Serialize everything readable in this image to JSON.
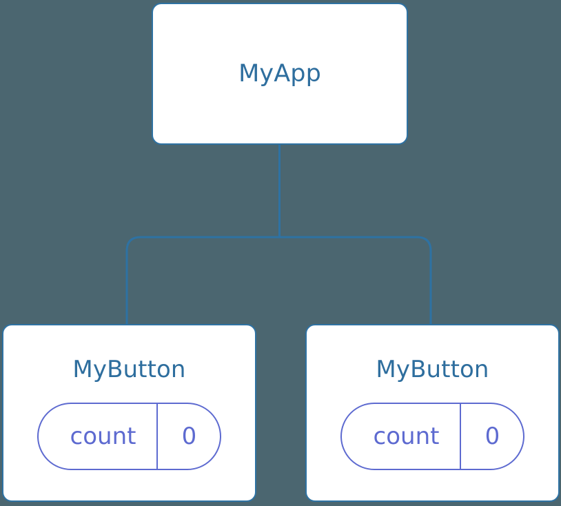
{
  "diagram": {
    "type": "component-tree",
    "background_color": "#4b6670",
    "node_border_color": "#2e72a3",
    "node_background_color": "#ffffff",
    "node_title_color": "#2e6e9e",
    "state_accent_color": "#5d6ad0",
    "connector_color": "#2e72a3",
    "root": {
      "title": "MyApp"
    },
    "children": [
      {
        "title": "MyButton",
        "state": {
          "key": "count",
          "value": "0"
        }
      },
      {
        "title": "MyButton",
        "state": {
          "key": "count",
          "value": "0"
        }
      }
    ]
  }
}
